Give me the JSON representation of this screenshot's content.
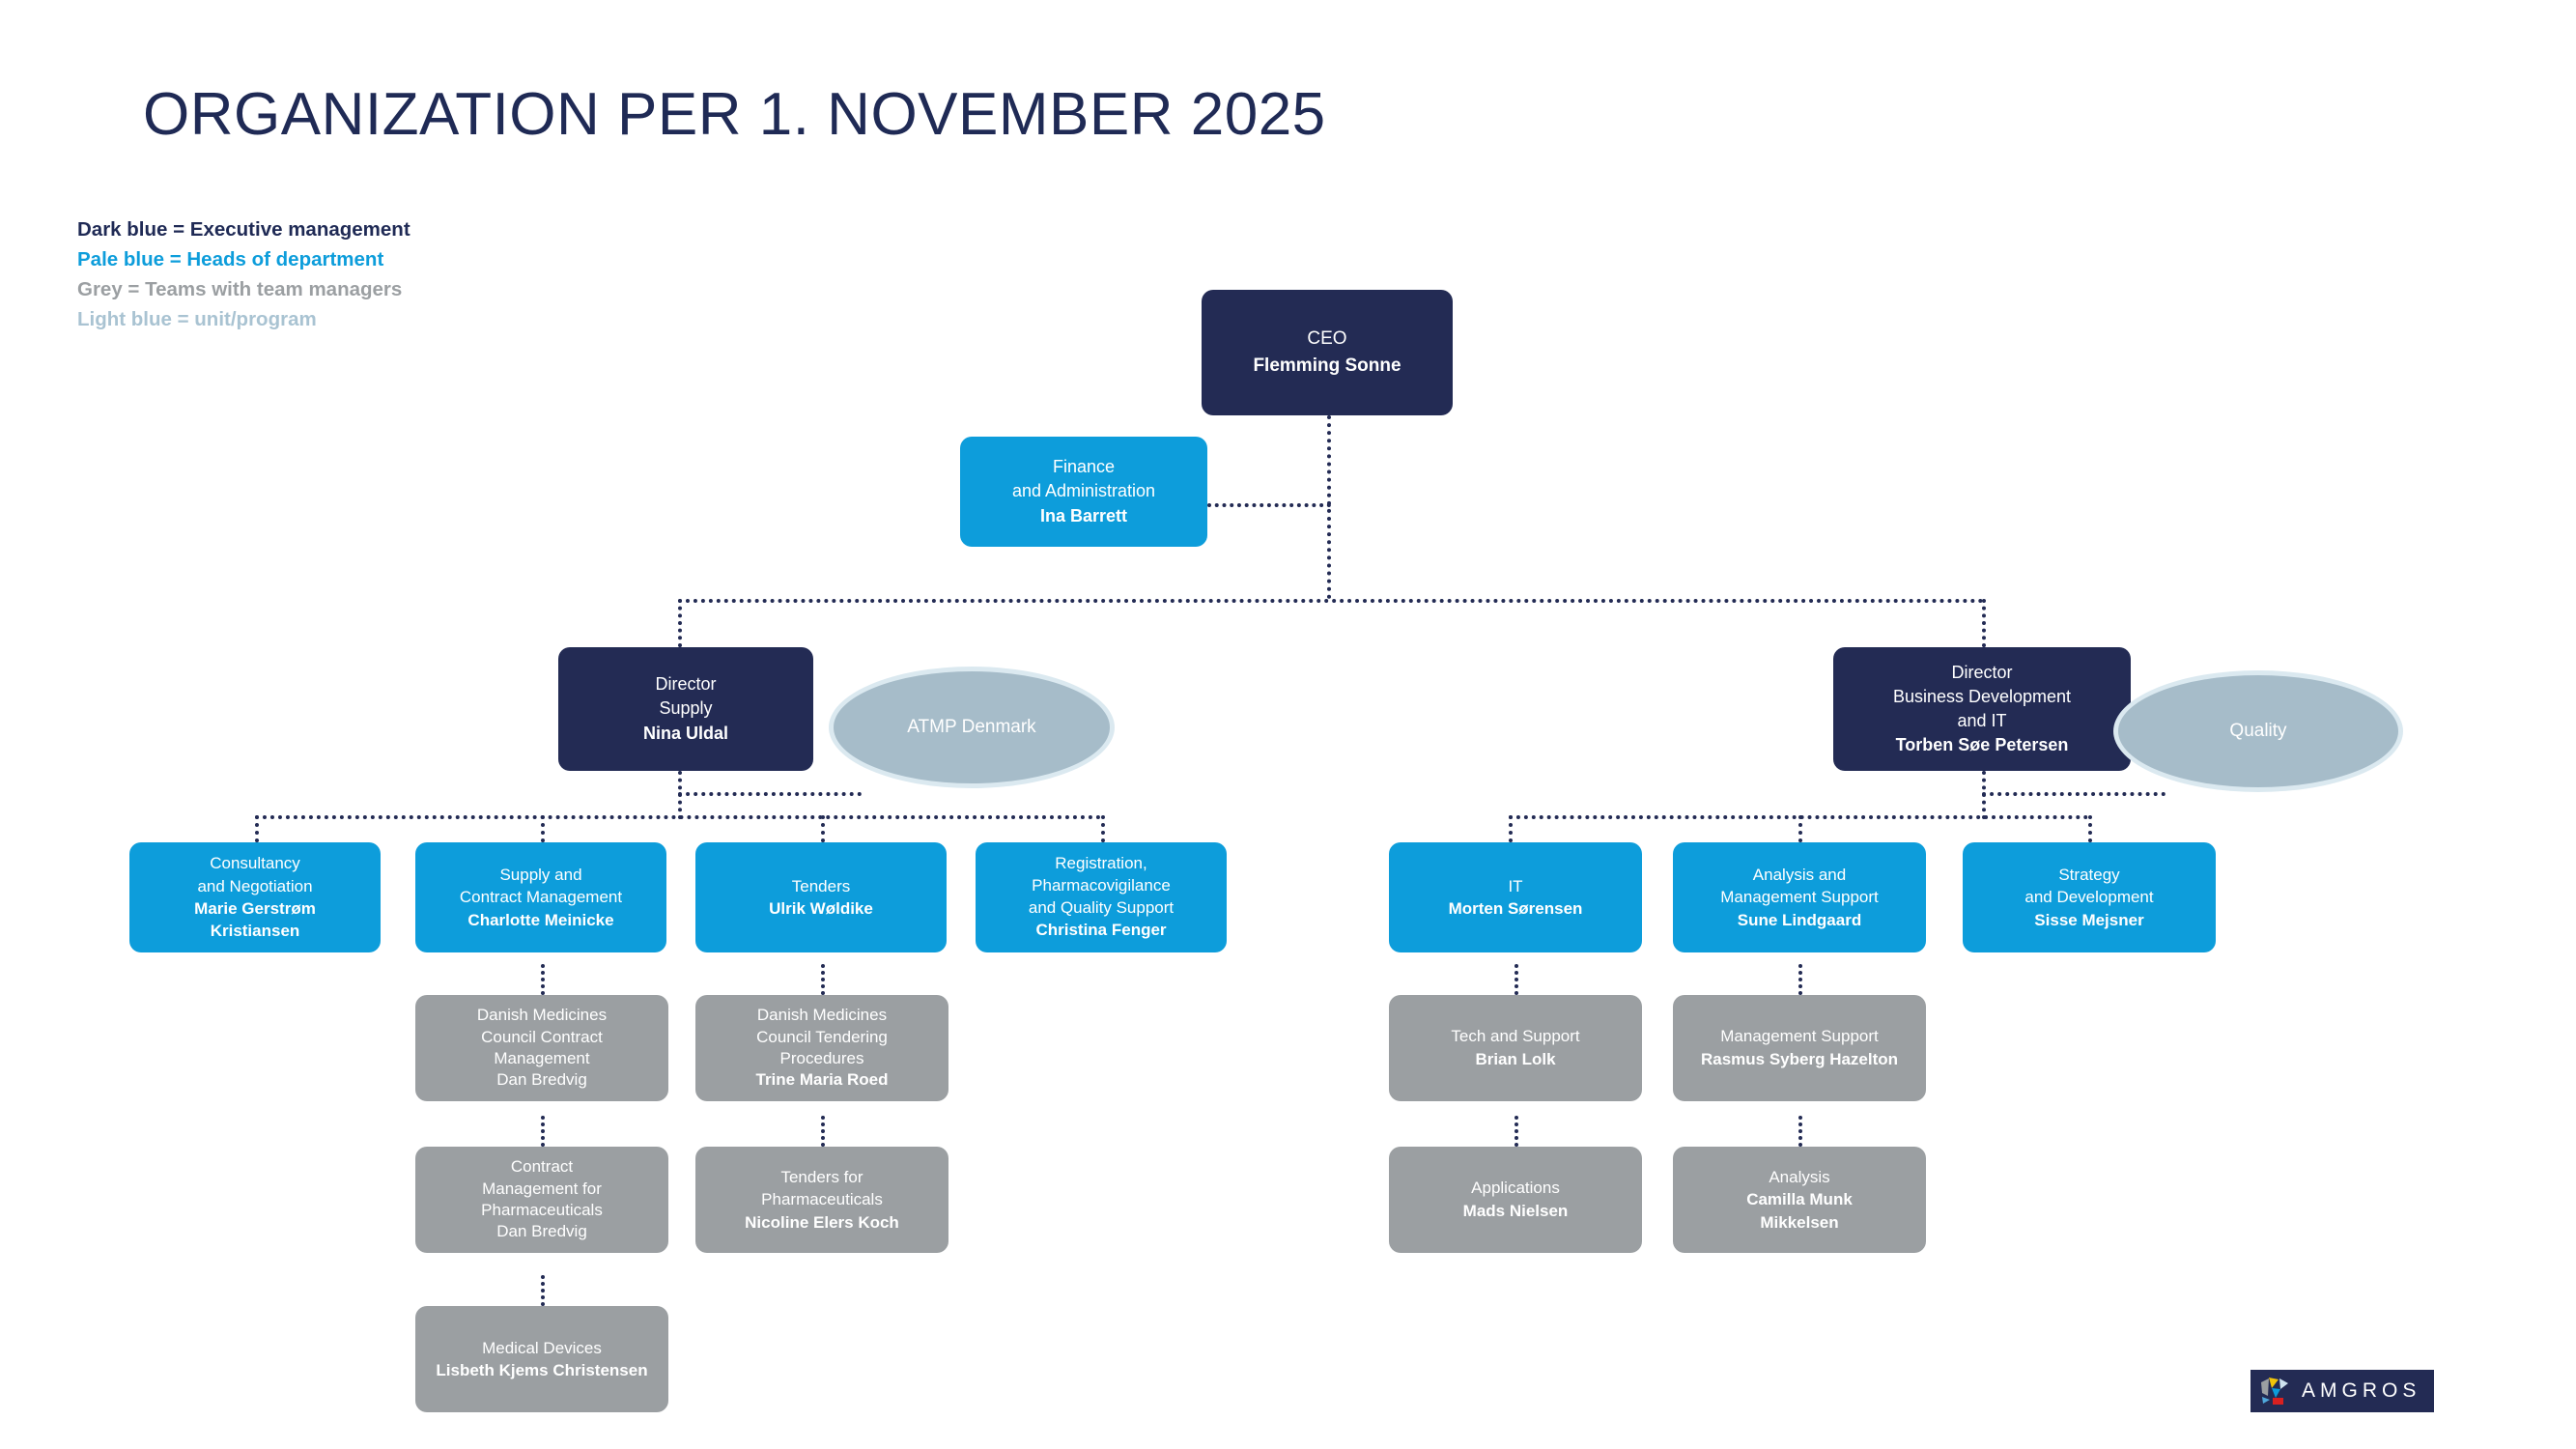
{
  "page": {
    "title": "ORGANIZATION PER 1. NOVEMBER 2025",
    "background_color": "#ffffff"
  },
  "colors": {
    "dark_blue": "#232b54",
    "pale_blue": "#0d9ddb",
    "grey": "#9b9fa2",
    "light_blue": "#a6bcc9",
    "light_blue_ring": "#dbe9f0",
    "connector": "#232b54"
  },
  "legend": {
    "items": [
      {
        "label": "Dark blue = Executive management",
        "color": "#1f2a55"
      },
      {
        "label": "Pale blue = Heads of department",
        "color": "#0d9ddb"
      },
      {
        "label": "Grey = Teams with team managers",
        "color": "#9b9fa2"
      },
      {
        "label": "Light blue = unit/program",
        "color": "#a9c3d2"
      }
    ]
  },
  "chart_data": {
    "type": "org-chart",
    "nodes": [
      {
        "id": "ceo",
        "unit": "CEO",
        "person": "Flemming Sonne",
        "category": "dark_blue"
      },
      {
        "id": "finance",
        "unit": "Finance\nand Administration",
        "person": "Ina Barrett",
        "category": "pale_blue"
      },
      {
        "id": "dir_supply",
        "unit": "Director\nSupply",
        "person": "Nina Uldal",
        "category": "dark_blue"
      },
      {
        "id": "atmp",
        "unit": "ATMP Denmark",
        "person": "",
        "category": "light_blue"
      },
      {
        "id": "dir_bdit",
        "unit": "Director\nBusiness Development\nand IT",
        "person": "Torben Søe Petersen",
        "category": "dark_blue"
      },
      {
        "id": "quality",
        "unit": "Quality",
        "person": "",
        "category": "light_blue"
      },
      {
        "id": "consultancy",
        "unit": "Consultancy\nand Negotiation",
        "person": "Marie Gerstrøm\nKristiansen",
        "category": "pale_blue"
      },
      {
        "id": "supply_cm",
        "unit": "Supply and\nContract Management",
        "person": "Charlotte Meinicke",
        "category": "pale_blue"
      },
      {
        "id": "tenders",
        "unit": "Tenders",
        "person": "Ulrik Wøldike",
        "category": "pale_blue"
      },
      {
        "id": "registration",
        "unit": "Registration,\nPharmacovigilance\nand Quality Support",
        "person": "Christina Fenger",
        "category": "pale_blue"
      },
      {
        "id": "it",
        "unit": "IT",
        "person": "Morten Sørensen",
        "category": "pale_blue"
      },
      {
        "id": "analysis_ms",
        "unit": "Analysis and\nManagement Support",
        "person": "Sune Lindgaard",
        "category": "pale_blue"
      },
      {
        "id": "strategy",
        "unit": "Strategy\nand Development",
        "person": "Sisse Mejsner",
        "category": "pale_blue"
      },
      {
        "id": "dmc_cm",
        "unit": "Danish Medicines\nCouncil Contract\nManagement",
        "person": "Dan Bredvig",
        "category": "grey"
      },
      {
        "id": "dmc_tp",
        "unit": "Danish Medicines\nCouncil Tendering\nProcedures",
        "person": "Trine Maria Roed",
        "category": "grey"
      },
      {
        "id": "cm_pharma",
        "unit": "Contract\nManagement for\nPharmaceuticals",
        "person": "Dan Bredvig",
        "category": "grey"
      },
      {
        "id": "tenders_pharma",
        "unit": "Tenders for\nPharmaceuticals",
        "person": "Nicoline Elers Koch",
        "category": "grey"
      },
      {
        "id": "medical_devices",
        "unit": "Medical Devices",
        "person": "Lisbeth Kjems Christensen",
        "category": "grey"
      },
      {
        "id": "tech_support",
        "unit": "Tech and Support",
        "person": "Brian Lolk",
        "category": "grey"
      },
      {
        "id": "mgmt_support",
        "unit": "Management Support",
        "person": "Rasmus Syberg Hazelton",
        "category": "grey"
      },
      {
        "id": "applications",
        "unit": "Applications",
        "person": "Mads Nielsen",
        "category": "grey"
      },
      {
        "id": "analysis",
        "unit": "Analysis",
        "person": "Camilla Munk\nMikkelsen",
        "category": "grey"
      }
    ],
    "edges": [
      {
        "from": "ceo",
        "to": "finance"
      },
      {
        "from": "ceo",
        "to": "dir_supply"
      },
      {
        "from": "ceo",
        "to": "dir_bdit"
      },
      {
        "from": "dir_supply",
        "to": "atmp"
      },
      {
        "from": "dir_supply",
        "to": "consultancy"
      },
      {
        "from": "dir_supply",
        "to": "supply_cm"
      },
      {
        "from": "dir_supply",
        "to": "tenders"
      },
      {
        "from": "dir_supply",
        "to": "registration"
      },
      {
        "from": "dir_bdit",
        "to": "quality"
      },
      {
        "from": "dir_bdit",
        "to": "it"
      },
      {
        "from": "dir_bdit",
        "to": "analysis_ms"
      },
      {
        "from": "dir_bdit",
        "to": "strategy"
      },
      {
        "from": "supply_cm",
        "to": "dmc_cm"
      },
      {
        "from": "dmc_cm",
        "to": "cm_pharma"
      },
      {
        "from": "cm_pharma",
        "to": "medical_devices"
      },
      {
        "from": "tenders",
        "to": "dmc_tp"
      },
      {
        "from": "dmc_tp",
        "to": "tenders_pharma"
      },
      {
        "from": "it",
        "to": "tech_support"
      },
      {
        "from": "tech_support",
        "to": "applications"
      },
      {
        "from": "analysis_ms",
        "to": "mgmt_support"
      },
      {
        "from": "mgmt_support",
        "to": "analysis"
      }
    ]
  },
  "nodes": {
    "ceo": {
      "unit": "CEO",
      "person": "Flemming Sonne"
    },
    "finance": {
      "unit_l1": "Finance",
      "unit_l2": "and Administration",
      "person": "Ina Barrett"
    },
    "dir_supply": {
      "unit_l1": "Director",
      "unit_l2": "Supply",
      "person": "Nina Uldal"
    },
    "atmp": {
      "unit": "ATMP Denmark"
    },
    "dir_bdit": {
      "unit_l1": "Director",
      "unit_l2": "Business Development",
      "unit_l3": "and IT",
      "person": "Torben Søe Petersen"
    },
    "quality": {
      "unit": "Quality"
    },
    "consultancy": {
      "unit_l1": "Consultancy",
      "unit_l2": "and Negotiation",
      "person_l1": "Marie Gerstrøm",
      "person_l2": "Kristiansen"
    },
    "supply_cm": {
      "unit_l1": "Supply and",
      "unit_l2": "Contract Management",
      "person": "Charlotte Meinicke"
    },
    "tenders": {
      "unit": "Tenders",
      "person": "Ulrik Wøldike"
    },
    "registration": {
      "unit_l1": "Registration,",
      "unit_l2": "Pharmacovigilance",
      "unit_l3": "and Quality Support",
      "person": "Christina Fenger"
    },
    "it": {
      "unit": "IT",
      "person": "Morten Sørensen"
    },
    "analysis_ms": {
      "unit_l1": "Analysis and",
      "unit_l2": "Management Support",
      "person": "Sune Lindgaard"
    },
    "strategy": {
      "unit_l1": "Strategy",
      "unit_l2": "and Development",
      "person": "Sisse Mejsner"
    },
    "dmc_cm": {
      "unit_l1": "Danish Medicines",
      "unit_l2": "Council Contract",
      "unit_l3": "Management",
      "person": "Dan Bredvig"
    },
    "dmc_tp": {
      "unit_l1": "Danish Medicines",
      "unit_l2": "Council Tendering",
      "unit_l3": "Procedures",
      "person": "Trine Maria Roed"
    },
    "cm_pharma": {
      "unit_l1": "Contract",
      "unit_l2": "Management for",
      "unit_l3": "Pharmaceuticals",
      "person": "Dan Bredvig"
    },
    "tenders_pharma": {
      "unit_l1": "Tenders for",
      "unit_l2": "Pharmaceuticals",
      "person": "Nicoline Elers Koch"
    },
    "medical_devices": {
      "unit": "Medical Devices",
      "person": "Lisbeth Kjems Christensen"
    },
    "tech_support": {
      "unit": "Tech and Support",
      "person": "Brian Lolk"
    },
    "mgmt_support": {
      "unit": "Management Support",
      "person": "Rasmus Syberg Hazelton"
    },
    "applications": {
      "unit": "Applications",
      "person": "Mads Nielsen"
    },
    "analysis": {
      "unit": "Analysis",
      "person_l1": "Camilla Munk",
      "person_l2": "Mikkelsen"
    }
  },
  "logo": {
    "wordmark": "AMGROS"
  }
}
